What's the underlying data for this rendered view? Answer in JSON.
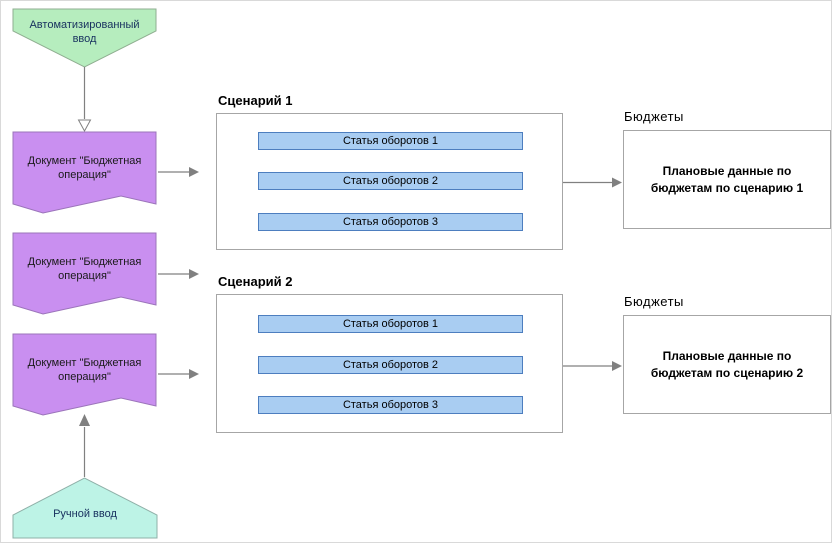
{
  "colors": {
    "canvas_border": "#d9d9d9",
    "connector": "#808080",
    "auto_input_fill": "#b6edbe",
    "auto_input_border": "#8fae90",
    "manual_input_fill": "#bdf3e6",
    "manual_input_border": "#8fb0a8",
    "document_fill": "#c98ff0",
    "document_border": "#9b74ba",
    "bar_fill": "#a9cdf2",
    "bar_border": "#4d7ebf",
    "box_border": "#a6a6a6",
    "pentagon_text": "#17305e",
    "text": "#1a1a1a"
  },
  "auto_input": {
    "label": "Автоматизированный ввод"
  },
  "manual_input": {
    "label": "Ручной ввод"
  },
  "documents": [
    {
      "label": "Документ \"Бюджетная операция\""
    },
    {
      "label": "Документ \"Бюджетная операция\""
    },
    {
      "label": "Документ \"Бюджетная операция\""
    }
  ],
  "scenarios": [
    {
      "title": "Сценарий 1",
      "items": [
        "Статья оборотов 1",
        "Статья оборотов 2",
        "Статья оборотов 3"
      ]
    },
    {
      "title": "Сценарий 2",
      "items": [
        "Статья оборотов 1",
        "Статья оборотов 2",
        "Статья оборотов 3"
      ]
    }
  ],
  "budgets": [
    {
      "title": "Бюджеты",
      "text": "Плановые данные по бюджетам по сценарию 1"
    },
    {
      "title": "Бюджеты",
      "text": "Плановые данные по бюджетам по сценарию 2"
    }
  ]
}
